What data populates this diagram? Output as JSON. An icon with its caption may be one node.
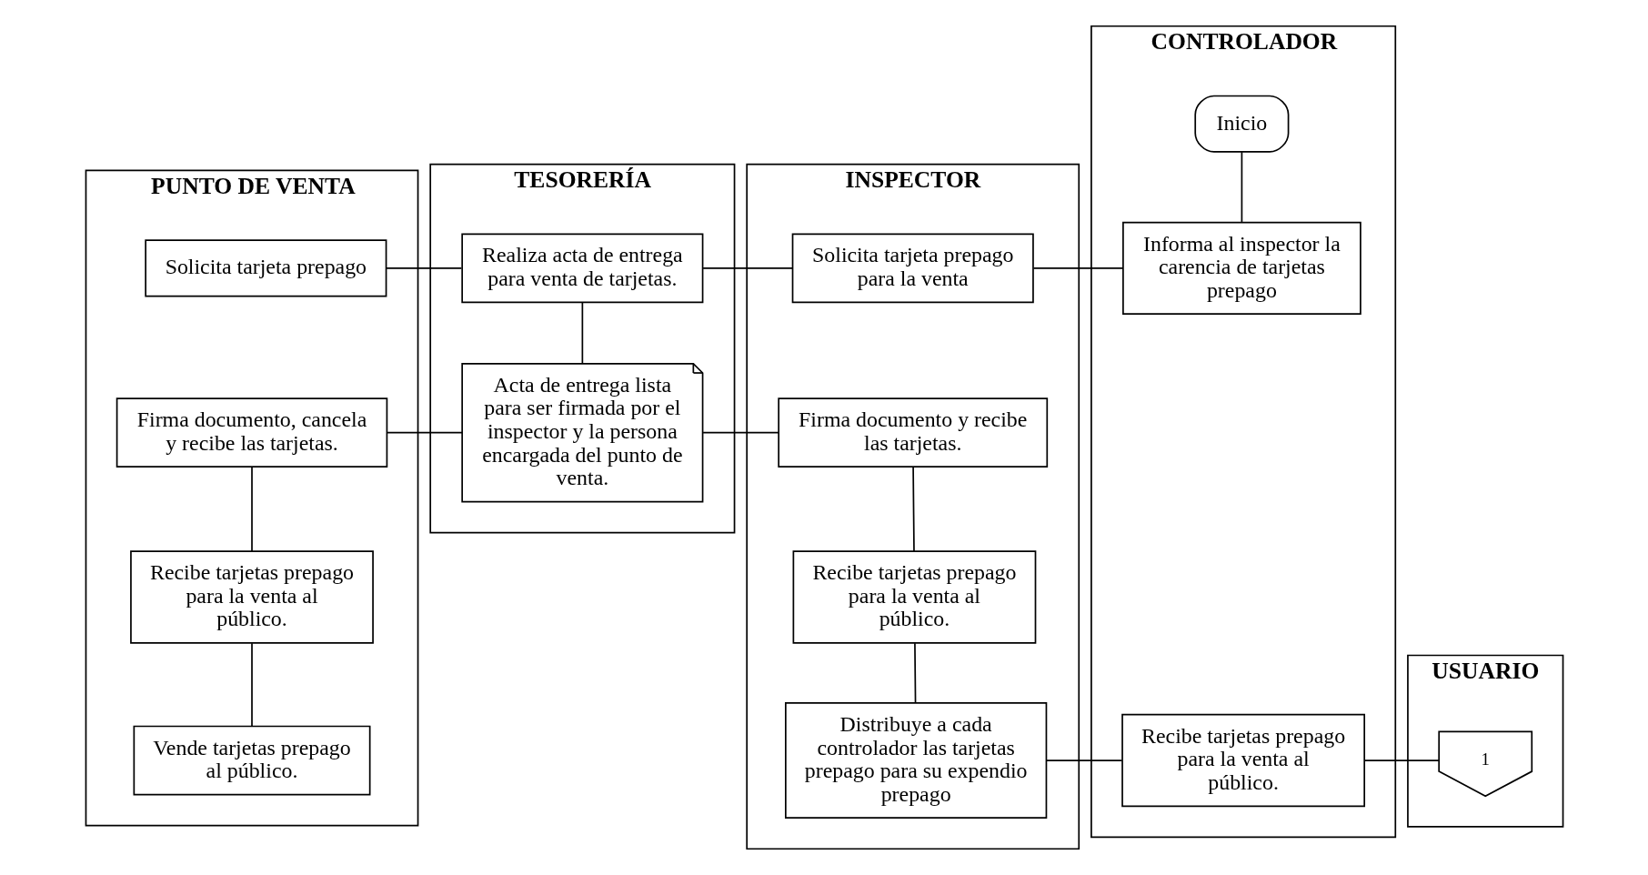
{
  "diagram": {
    "nodes": [
      {
        "text": [
          "PUNTO DE VENTA"
        ]
      },
      {
        "text": [
          "Solicita tarjeta prepago"
        ],
        "in": 0
      },
      {
        "text": [
          "Firma documento, cancela y recibe las tarjetas."
        ],
        "in": 0
      },
      {
        "text": [
          "Recibe tarjetas prepago para la venta al público."
        ],
        "in": 0
      },
      {
        "text": [
          "Vende tarjetas prepago al público."
        ],
        "in": 0
      },
      {
        "text": [
          "TESORERÍA"
        ]
      },
      {
        "text": [
          "Realiza acta de entrega para venta de tarjetas."
        ],
        "in": 5
      },
      {
        "text": [
          "Acta de entrega lista para ser firmada por el inspector y la persona encargada del punto de venta."
        ],
        "in": 5
      },
      {
        "text": [
          "INSPECTOR"
        ]
      },
      {
        "text": [
          "Solicita tarjeta prepago para la venta"
        ],
        "in": 8
      },
      {
        "text": [
          "Firma documento y recibe las tarjetas."
        ],
        "in": 8
      },
      {
        "text": [
          "Recibe tarjetas prepago para la venta al público."
        ],
        "in": 8
      },
      {
        "text": [
          "Distribuye a cada controlador las tarjetas prepago para su expendio prepago"
        ],
        "in": 8
      },
      {
        "text": [
          "CONTROLADOR"
        ]
      },
      {
        "text": [
          "Inicio"
        ],
        "in": 13
      },
      {
        "text": [
          "Informa al inspector la carencia de tarjetas prepago"
        ],
        "in": 13
      },
      {
        "text": [
          "Recibe tarjetas prepago para la venta al público."
        ],
        "in": 13
      },
      {
        "text": [
          "USUARIO"
        ]
      },
      {
        "text": [
          "1"
        ],
        "in": 17
      }
    ],
    "edges": [
      {
        "from": 14,
        "to": 15,
        "arrow": "none"
      },
      {
        "from": 15,
        "to": 9,
        "arrow": "none"
      },
      {
        "from": 9,
        "to": 6,
        "arrow": "none"
      },
      {
        "from": 6,
        "to": 1,
        "arrow": "none"
      },
      {
        "from": 6,
        "to": 7,
        "arrow": "none"
      },
      {
        "from": 7,
        "to": 10,
        "arrow": "none"
      },
      {
        "from": 7,
        "to": 2,
        "arrow": "none"
      },
      {
        "from": 2,
        "to": 3,
        "arrow": "none"
      },
      {
        "from": 3,
        "to": 4,
        "arrow": "none"
      },
      {
        "from": 10,
        "to": 11,
        "arrow": "none"
      },
      {
        "from": 11,
        "to": 12,
        "arrow": "none"
      },
      {
        "from": 12,
        "to": 16,
        "arrow": "none"
      },
      {
        "from": 16,
        "to": 18,
        "arrow": "none"
      }
    ]
  }
}
